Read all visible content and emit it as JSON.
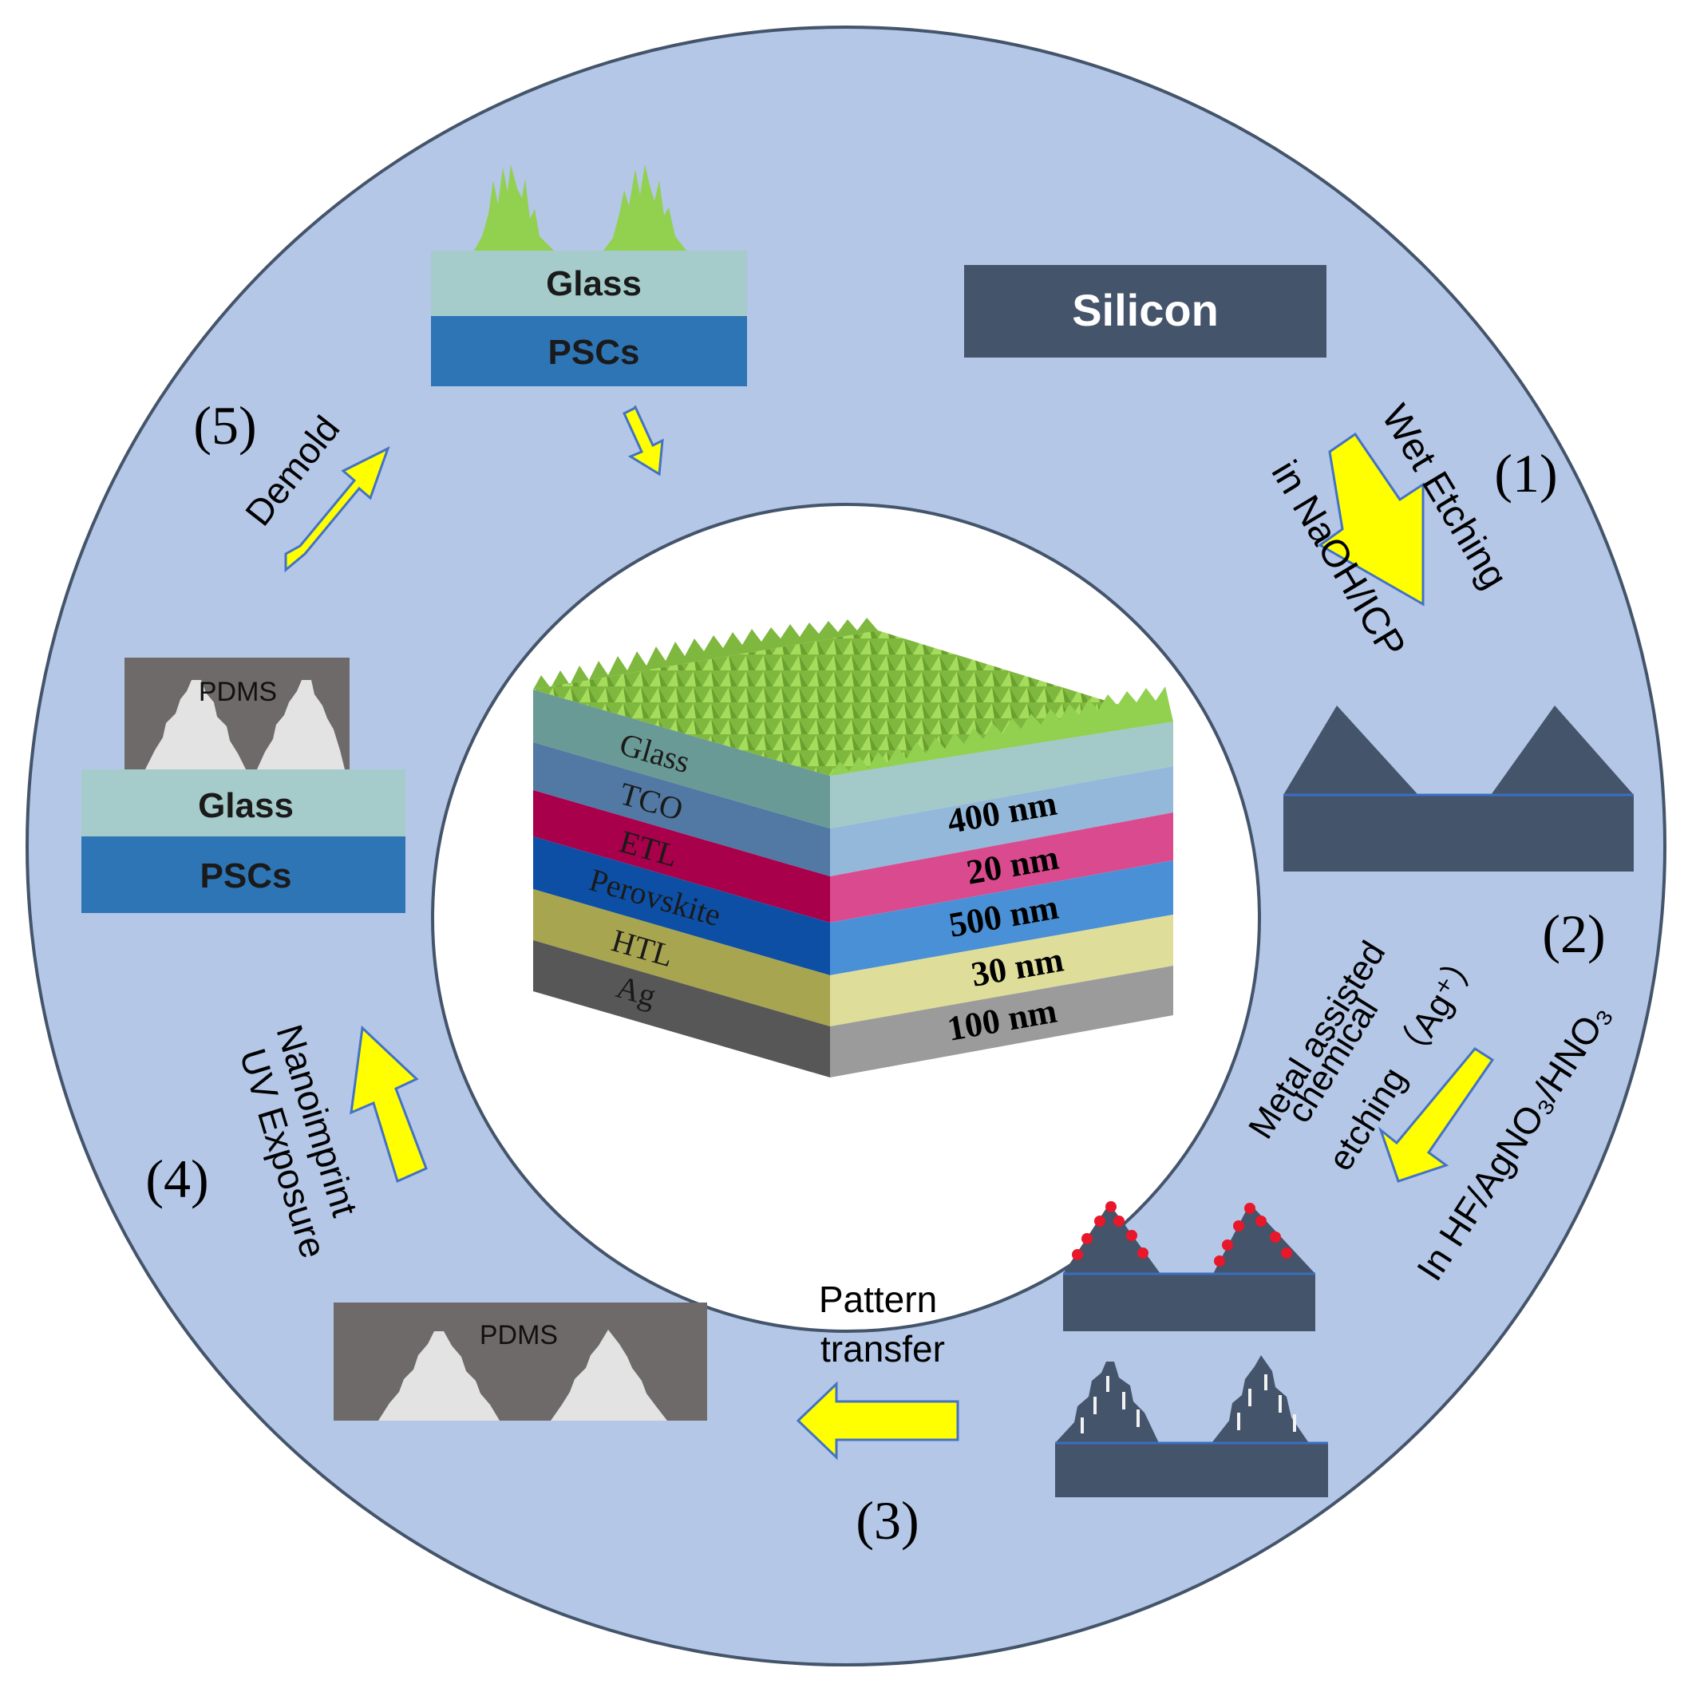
{
  "colors": {
    "ring": "#b4c7e7",
    "silicon": "#44546a",
    "glass": "#a6cbcb",
    "pscs": "#2e75b6",
    "pdms": "#6e6a6a",
    "pyramid_light": "#e3e3e3",
    "arrow": "#ffff00",
    "nanostructure": "#92d050",
    "particle": "#e8172a"
  },
  "steps": {
    "s1": {
      "number": "(1)",
      "line1": "Wet Etching",
      "line2": "in NaOH/ICP"
    },
    "s2": {
      "number": "(2)",
      "line1": "Metal assisted",
      "line2": "chemical",
      "line3": "etching （Ag⁺）",
      "line4": "In HF/AgNO₃/HNO₃"
    },
    "s3": {
      "number": "(3)",
      "line1": "Pattern",
      "line2": "transfer"
    },
    "s4": {
      "number": "(4)",
      "line1": "Nanoimprint",
      "line2": "UV Exposure"
    },
    "s5": {
      "number": "(5)",
      "line1": "Demold"
    }
  },
  "labels": {
    "silicon": "Silicon",
    "glass": "Glass",
    "pscs": "PSCs",
    "pdms": "PDMS"
  },
  "stack": {
    "layers": [
      {
        "name": "Glass",
        "thickness": "400 nm"
      },
      {
        "name": "TCO",
        "thickness": ""
      },
      {
        "name": "ETL",
        "thickness": "20 nm"
      },
      {
        "name": "Perovskite",
        "thickness": "500 nm"
      },
      {
        "name": "HTL",
        "thickness": "30 nm"
      },
      {
        "name": "Ag",
        "thickness": "100 nm"
      }
    ]
  }
}
